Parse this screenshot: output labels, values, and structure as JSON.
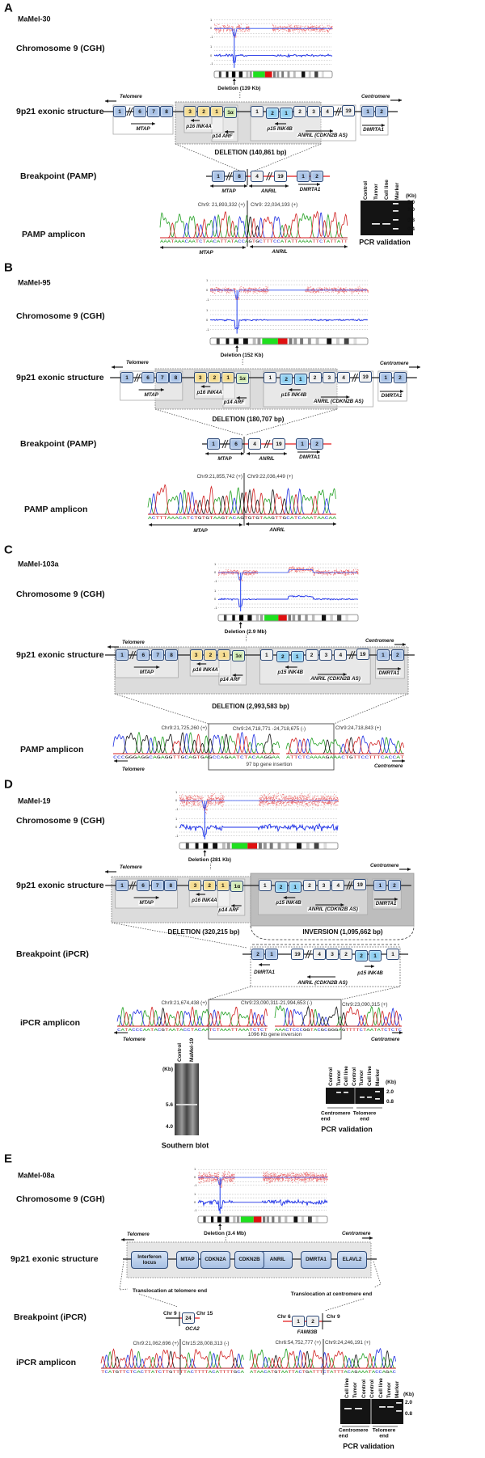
{
  "colors": {
    "mtap": "#a9c3e7",
    "p16": "#f5dc8f",
    "arf": "#d2ebb5",
    "p15": "#8fd0f2",
    "anril": "#efefef",
    "dmrta1": "#a9c3e7",
    "deletion_shade": "#dcdcdc",
    "inversion_shade": "#bdbdbd",
    "junction_red": "#e31a1c",
    "ideogram_green": "#1fe01f",
    "ideogram_red": "#e01010",
    "base_A": "#22a022",
    "base_C": "#2030e0",
    "base_G": "#111111",
    "base_T": "#d02020"
  },
  "cgh_ticks": [
    "1",
    "0",
    "-1"
  ],
  "panels": {
    "A": {
      "letter": "A",
      "sample": "MaMel-30",
      "cgh_label": "Chromosome 9 (CGH)",
      "cgh_deletion": "Deletion (139 Kb)",
      "structure_label": "9p21 exonic structure",
      "telomere": "Telomere",
      "centromere": "Centromere",
      "exons": [
        "1",
        "6",
        "7",
        "8",
        "3",
        "2",
        "1",
        "1α",
        "1",
        "2",
        "1",
        "2",
        "3",
        "4",
        "19",
        "1",
        "2"
      ],
      "genes": [
        "MTAP",
        "p16 INK4A",
        "p14 ARF",
        "p15 INK4B",
        "ANRIL (CDKN2B AS)",
        "DMRTA1"
      ],
      "event": "DELETION (140,861 bp)",
      "breakpoint_label": "Breakpoint (PAMP)",
      "breakpoint_exons": [
        "1",
        "8",
        "4",
        "19",
        "1",
        "2"
      ],
      "breakpoint_genes": [
        "MTAP",
        "ANRIL",
        "DMRTA1"
      ],
      "amplicon_label": "PAMP amplicon",
      "junctions": [
        "Chr9: 21,893,332 (+)",
        "Chr9: 22,034,193 (+)"
      ],
      "sequence": [
        "AAATAAACAATCTAACATTATACCAGTGCTTTCCATATTAAAATTCTATTATT"
      ],
      "amplicon_genes": [
        "MTAP",
        "ANRIL"
      ],
      "gel": {
        "lanes": [
          "Control",
          "Tumor",
          "Cell line",
          "Marker"
        ],
        "unit": "(Kb)",
        "markers": [
          "5.0",
          "2.0",
          "0.8",
          "0.4"
        ],
        "caption": "PCR validation"
      }
    },
    "B": {
      "letter": "B",
      "sample": "MaMel-95",
      "cgh_label": "Chromosome 9 (CGH)",
      "cgh_deletion": "Deletion (152 Kb)",
      "structure_label": "9p21 exonic structure",
      "telomere": "Telomere",
      "centromere": "Centromere",
      "exons": [
        "1",
        "6",
        "7",
        "8",
        "3",
        "2",
        "1",
        "1α",
        "1",
        "2",
        "1",
        "2",
        "3",
        "4",
        "19",
        "1",
        "2"
      ],
      "genes": [
        "MTAP",
        "p16 INK4A",
        "p14 ARF",
        "p15 INK4B",
        "ANRIL (CDKN2B AS)",
        "DMRTA1"
      ],
      "event": "DELETION (180,707 bp)",
      "breakpoint_label": "Breakpoint (PAMP)",
      "breakpoint_exons": [
        "1",
        "6",
        "4",
        "19",
        "1",
        "2"
      ],
      "breakpoint_genes": [
        "MTAP",
        "ANRIL",
        "DMRTA1"
      ],
      "amplicon_label": "PAMP amplicon",
      "junctions": [
        "Chr9:21,855,742 (+)",
        "Chr9:22,036,449 (+)"
      ],
      "sequence": [
        "ACTTTAAACATCTGTGTAAGTACAGTGTGTAAGTTGCATCAAATAACAA"
      ],
      "amplicon_genes": [
        "MTAP",
        "ANRIL"
      ]
    },
    "C": {
      "letter": "C",
      "sample": "MaMel-103a",
      "cgh_label": "Chromosome 9 (CGH)",
      "cgh_deletion": "Deletion (2.9 Mb)",
      "structure_label": "9p21 exonic structure",
      "telomere": "Telomere",
      "centromere": "Centromere",
      "exons": [
        "1",
        "6",
        "7",
        "8",
        "3",
        "2",
        "1",
        "1α",
        "1",
        "2",
        "1",
        "2",
        "3",
        "4",
        "19",
        "1",
        "2"
      ],
      "genes": [
        "MTAP",
        "p16 INK4A",
        "p14 ARF",
        "p15 INK4B",
        "ANRIL (CDKN2B AS)",
        "DMRTA1"
      ],
      "event": "DELETION (2,993,583 bp)",
      "amplicon_label": "PAMP amplicon",
      "junctions": [
        "Chr9:21,725,260 (+)",
        "Chr9:24,718,771 -24,718,675 (-)",
        "Chr9:24,718,843 (+)"
      ],
      "sequence": [
        "CCCGGGAGGCAGAGGTTGCAGTGAGCCAGAATCTACAAGGAA",
        "ATTCTCAAAAGAAACTGTTCCTTTCACCAT"
      ],
      "insertion_label": "97 bp gene insertion"
    },
    "D": {
      "letter": "D",
      "sample": "MaMel-19",
      "cgh_label": "Chromosome 9 (CGH)",
      "cgh_deletion": "Deletion (281 Kb)",
      "structure_label": "9p21 exonic structure",
      "telomere": "Telomere",
      "centromere": "Centromere",
      "exons": [
        "1",
        "6",
        "7",
        "8",
        "3",
        "2",
        "1",
        "1α",
        "1",
        "2",
        "1",
        "2",
        "3",
        "4",
        "19",
        "1",
        "2"
      ],
      "genes": [
        "MTAP",
        "p16 INK4A",
        "p14 ARF",
        "p15 INK4B",
        "ANRIL (CDKN2B AS)",
        "DMRTA1"
      ],
      "event": "DELETION (320,215 bp)",
      "event2": "INVERSION (1,095,662 bp)",
      "breakpoint_label": "Breakpoint (iPCR)",
      "breakpoint_exons": [
        "2",
        "1",
        "19",
        "4",
        "3",
        "2",
        "2",
        "1",
        "1"
      ],
      "breakpoint_genes": [
        "DMRTA1",
        "ANRIL (CDKN2B AS)",
        "p15 INK4B"
      ],
      "amplicon_label": "iPCR amplicon",
      "junctions": [
        "Chr9:21,674,438 (+)",
        "Chr9:23,090,311-21,994,653 (-)",
        "Chr9:23,090,315 (+)"
      ],
      "sequence": [
        "CATACCCAATACGTAATACCTACAATCTAAATTAAATCTCT",
        "AAACTCCCGGTACGCGGGAGTTTTCTAATATCTCTC"
      ],
      "inversion_label": "1096 Kb gene inversion",
      "southern": {
        "lanes": [
          "Control",
          "MaMel-19"
        ],
        "unit": "(Kb)",
        "markers": [
          "5.6",
          "4.0"
        ],
        "caption": "Southern blot"
      },
      "gel": {
        "lanes": [
          "Control",
          "Tumor",
          "Cell line",
          "Control",
          "Tumor",
          "Cell line",
          "Marker"
        ],
        "unit": "(Kb)",
        "markers": [
          "2.0",
          "0.8"
        ],
        "groups": [
          "Centromere end",
          "Telomere end"
        ],
        "caption": "PCR validation"
      }
    },
    "E": {
      "letter": "E",
      "sample": "MaMel-08a",
      "cgh_label": "Chromosome 9 (CGH)",
      "cgh_deletion": "Deletion (3.4 Mb)",
      "structure_label": "9p21 exonic structure",
      "telomere": "Telomere",
      "centromere": "Centromere",
      "structure_genes": [
        "Interferon locus",
        "MTAP",
        "CDKN2A",
        "CDKN2B",
        "ANRIL",
        "DMRTA1",
        "ELAVL2"
      ],
      "translocations": [
        "Translocation at telomere end",
        "Translocation at centromere end"
      ],
      "breakpoint_label": "Breakpoint (iPCR)",
      "breakpoint_left": {
        "chr_a": "Chr 9",
        "chr_b": "Chr 15",
        "exon": "24",
        "gene": "OCA2"
      },
      "breakpoint_right": {
        "chr_a": "Chr 6",
        "chr_b": "Chr 9",
        "exons": [
          "1",
          "2"
        ],
        "gene": "FAM83B"
      },
      "amplicon_label": "iPCR amplicon",
      "junctions": [
        "Chr9:21,062,696 (+)",
        "Chr15:28,008,313 (-)",
        "Chr6:54,752,777 (+)",
        "Chr9:24,246,191 (+)"
      ],
      "sequence": [
        "TCATGTTCTCACTTATCTTGTTTTACTTTTACATTTTGCA",
        "ATAACATGTAATTACTGATTTCTATTTACAGAAATACCAGAC"
      ],
      "gel": {
        "lanes": [
          "Cell line",
          "Tumor",
          "Control",
          "Control",
          "Cell line",
          "Tumor",
          "Marker"
        ],
        "unit": "(Kb)",
        "markers": [
          "2.0",
          "0.8"
        ],
        "groups": [
          "Centromere end",
          "Telomere end"
        ],
        "caption": "PCR validation"
      }
    }
  }
}
